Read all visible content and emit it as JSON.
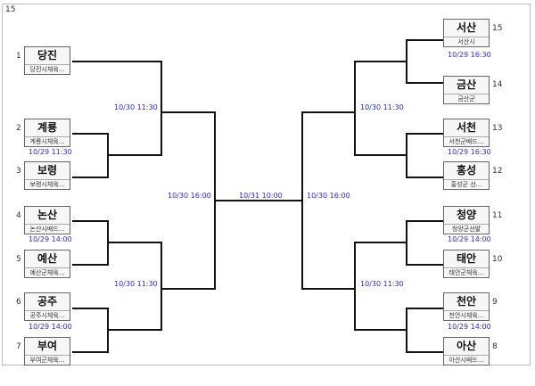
{
  "bracket": {
    "total_label": "15",
    "left_teams": [
      {
        "seed": "1",
        "name": "당진",
        "club": "당진시체육..."
      },
      {
        "seed": "2",
        "name": "계룡",
        "club": "계룡시체육..."
      },
      {
        "seed": "3",
        "name": "보령",
        "club": "보령시체육..."
      },
      {
        "seed": "4",
        "name": "논산",
        "club": "논산시배드..."
      },
      {
        "seed": "5",
        "name": "예산",
        "club": "예산군체육..."
      },
      {
        "seed": "6",
        "name": "공주",
        "club": "공주시체육..."
      },
      {
        "seed": "7",
        "name": "부여",
        "club": "부여군체육..."
      }
    ],
    "right_teams": [
      {
        "seed": "15",
        "name": "서산",
        "club": "서산시"
      },
      {
        "seed": "14",
        "name": "금산",
        "club": "금산군"
      },
      {
        "seed": "13",
        "name": "서천",
        "club": "서천군배드..."
      },
      {
        "seed": "12",
        "name": "홍성",
        "club": "홍성군 선..."
      },
      {
        "seed": "11",
        "name": "청양",
        "club": "청양군선발"
      },
      {
        "seed": "10",
        "name": "태안",
        "club": "태안군체육..."
      },
      {
        "seed": "9",
        "name": "천안",
        "club": "천안시체육..."
      },
      {
        "seed": "8",
        "name": "아산",
        "club": "아산시배드..."
      }
    ],
    "times": {
      "l_r1_b": "10/29 11:30",
      "l_r1_c": "10/29 14:00",
      "l_r1_d": "10/29 14:00",
      "l_qf_top": "10/30 11:30",
      "l_qf_bot": "10/30 11:30",
      "l_sf": "10/30 16:00",
      "final": "10/31 10:00",
      "r_sf": "10/30 16:00",
      "r_qf_top": "10/30 11:30",
      "r_qf_bot": "10/30 11:30",
      "r_r1_a": "10/29 16:30",
      "r_r1_b": "10/29 16:30",
      "r_r1_c": "10/29 14:00",
      "r_r1_d": "10/29 14:00"
    }
  }
}
